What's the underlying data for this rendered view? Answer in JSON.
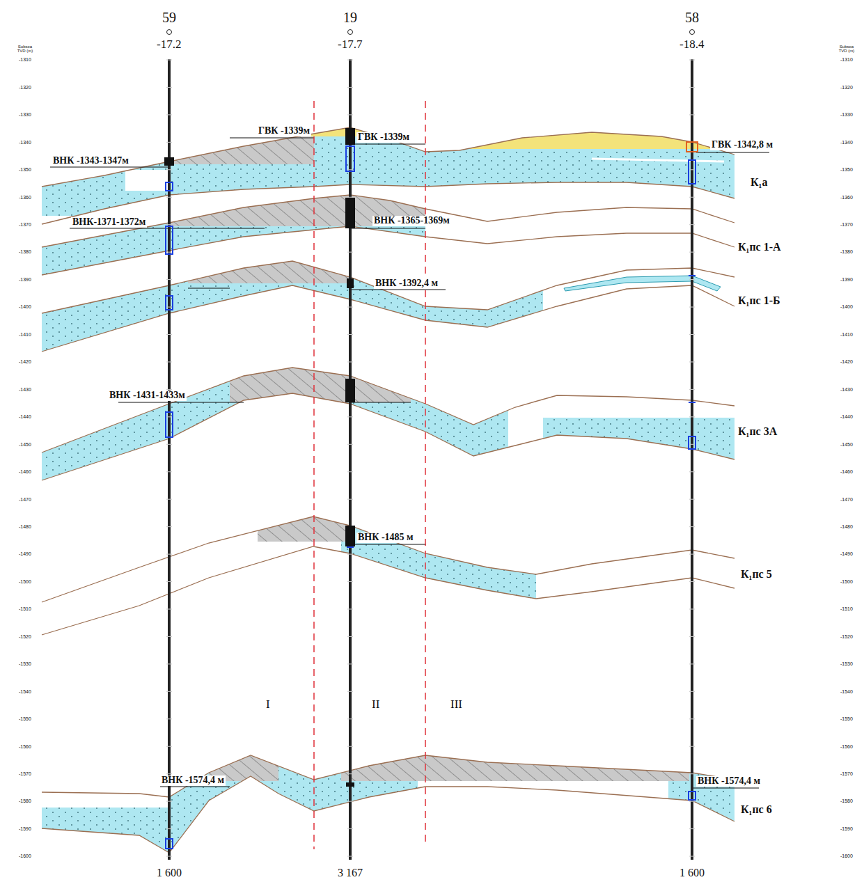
{
  "diagram": {
    "labels": [
      "59",
      "19",
      "58",
      "-17.2",
      "-17.7",
      "-18.4",
      "1 600",
      "3 167",
      "1 600",
      "ГВК -1339м",
      "ГВК -1339м",
      "ВНК -1343-1347м",
      "ГВК -1342,8 м",
      "К₁а",
      "ВНК-1371-1372м",
      "ВНК -1365-1369м",
      "К₁пс 1-А",
      "ВНК -1392,4 м",
      "К₁пс 1-Б",
      "ВНК -1431-1433м",
      "К₁пс 3А",
      "ВНК -1485 м",
      "К₁пс 5",
      "I",
      "II",
      "III",
      "ВНК -1574,4 м",
      "ВНК -1574,4 м",
      "К₁пс 6",
      "Subsea TVD (m)",
      "Subsea TVD (m)",
      "-1310",
      "-1320",
      "-1330",
      "-1340",
      "-1350",
      "-1360",
      "-1370",
      "-1380",
      "-1390",
      "-1400",
      "-1410",
      "-1420",
      "-1430",
      "-1440",
      "-1450",
      "-1460",
      "-1470",
      "-1480",
      "-1490",
      "-1500",
      "-1510",
      "-1520",
      "-1530",
      "-1540",
      "-1550",
      "-1560",
      "-1570",
      "-1580",
      "-1590",
      "-1600",
      "-1310",
      "-1320",
      "-1330",
      "-1340",
      "-1350",
      "-1360",
      "-1370",
      "-1380",
      "-1390",
      "-1400",
      "-1410",
      "-1420",
      "-1430",
      "-1440",
      "-1450",
      "-1460",
      "-1470",
      "-1480",
      "-1490",
      "-1500",
      "-1510",
      "-1520",
      "-1530",
      "-1540",
      "-1550",
      "-1560",
      "-1570",
      "-1580",
      "-1590",
      "-1600"
    ]
  }
}
